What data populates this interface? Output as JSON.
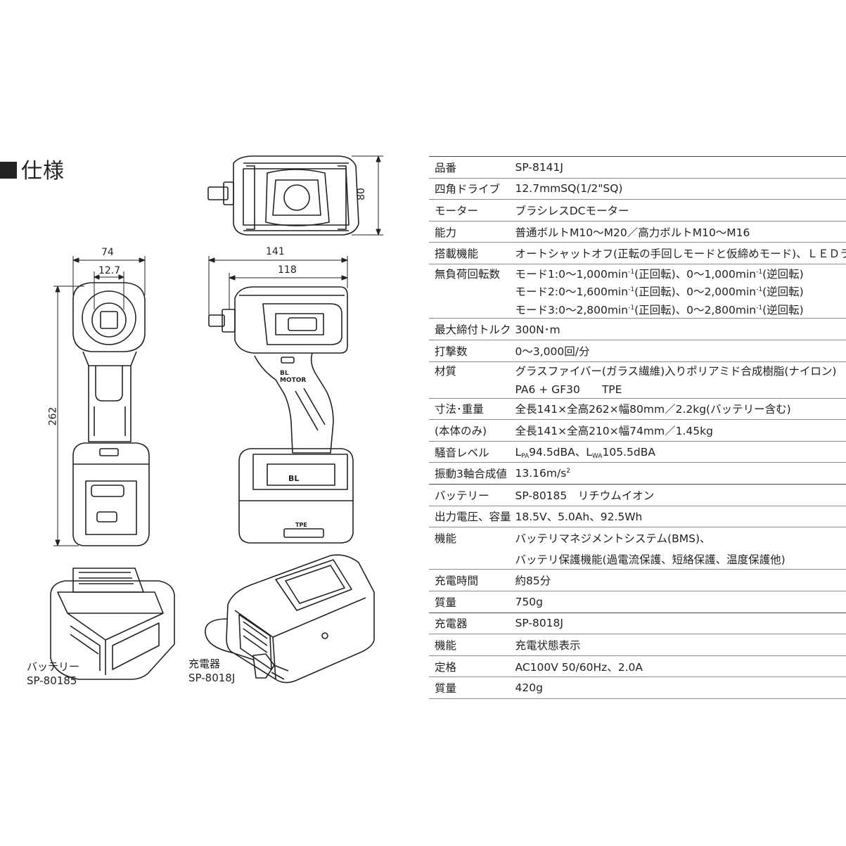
{
  "heading": "仕様",
  "dimensions": {
    "top_height": "80",
    "overall_length": "141",
    "body_length": "118",
    "width": "74",
    "drive": "12.7",
    "height": "262"
  },
  "battery_label": {
    "name": "バッテリー",
    "model": "SP-80185"
  },
  "charger_label": {
    "name": "充電器",
    "model": "SP-8018J"
  },
  "tool_markings": {
    "motor_badge": "BL MOTOR",
    "battery_badge": "BL",
    "tpe": "TPE"
  },
  "specs": {
    "model": {
      "k": "品番",
      "v": "SP-8141J"
    },
    "drive": {
      "k": "四角ドライブ",
      "v": "12.7mmSQ(1/2\"SQ)"
    },
    "motor": {
      "k": "モーター",
      "v": "ブラシレスDCモーター"
    },
    "capacity": {
      "k": "能力",
      "v": "普通ボルトM10～M20／高力ボルトM10～M16"
    },
    "features": {
      "k": "搭載機能",
      "v": "オートシャットオフ(正転の手回しモードと仮締めモード)、ＬＥＤライト"
    },
    "speed": {
      "k": "無負荷回転数",
      "mode1": {
        "a": "モード1:0～1,000min",
        "b": "(正回転)、0～1,000min",
        "c": "(逆回転)"
      },
      "mode2": {
        "a": "モード2:0～1,600min",
        "b": "(正回転)、0～2,000min",
        "c": "(逆回転)"
      },
      "mode3": {
        "a": "モード3:0～2,800min",
        "b": "(正回転)、0～2,800min",
        "c": "(逆回転)"
      },
      "exp": "-1"
    },
    "torque": {
      "k": "最大締付トルク",
      "v": "300N･m"
    },
    "impacts": {
      "k": "打撃数",
      "v": "0～3,000回/分"
    },
    "material": {
      "k": "材質",
      "v": "グラスファイバー(ガラス繊維)入りポリアミド合成樹脂(ナイロン)",
      "v2": "PA6 + GF30　　TPE"
    },
    "size": {
      "k": "寸法･重量",
      "v": "全長141×全高262×幅80mm／2.2kg(バッテリー含む)"
    },
    "body": {
      "k": "(本体のみ)",
      "v": "全長141×全高210×幅74mm／1.45kg"
    },
    "noise": {
      "k": "騒音レベル",
      "l": "L",
      "pa": "PA",
      "pa_v": "94.5dBA、",
      "l2": "L",
      "wa": "WA",
      "wa_v": "105.5dBA"
    },
    "vibration": {
      "k": "振動3軸合成値",
      "v": "13.16m/s",
      "exp": "2"
    },
    "battery": {
      "k": "バッテリー",
      "v": "SP-80185　リチウムイオン"
    },
    "output": {
      "k": "出力電圧、容量",
      "v": "18.5V、5.0Ah、92.5Wh"
    },
    "bat_func": {
      "k": "機能",
      "v": "バッテリマネジメントシステム(BMS)、",
      "v2": "バッテリ保護機能(過電流保護、短絡保護、温度保護他)"
    },
    "charge_time": {
      "k": "充電時間",
      "v": "約85分"
    },
    "bat_mass": {
      "k": "質量",
      "v": "750g"
    },
    "charger": {
      "k": "充電器",
      "v": "SP-8018J"
    },
    "ch_func": {
      "k": "機能",
      "v": "充電状態表示"
    },
    "rating": {
      "k": "定格",
      "v": "AC100V 50/60Hz、2.0A"
    },
    "ch_mass": {
      "k": "質量",
      "v": "420g"
    }
  }
}
